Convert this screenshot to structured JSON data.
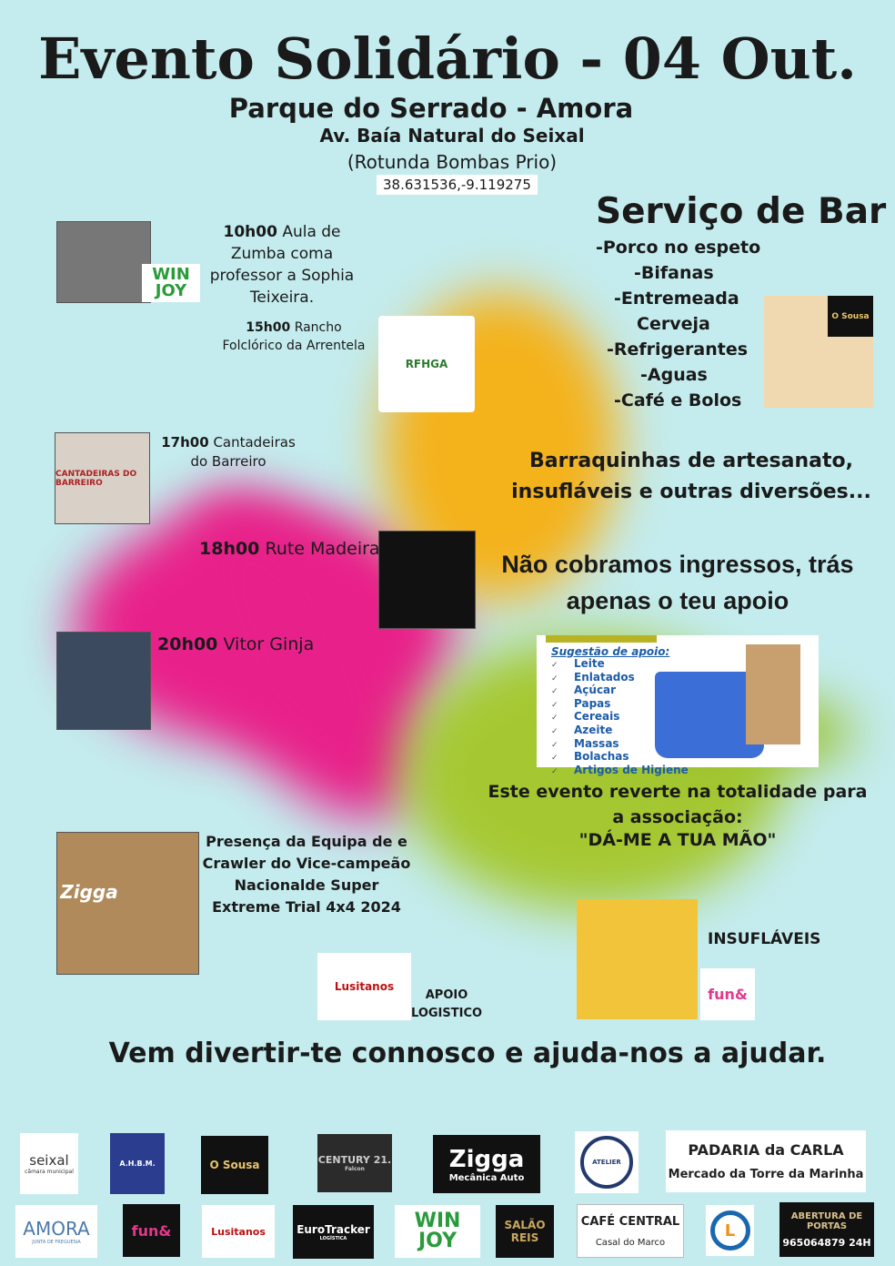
{
  "header": {
    "title": "Evento Solidário - 04 Out.",
    "venue": "Parque do Serrado - Amora",
    "address": "Av. Baía Natural do Seixal",
    "landmark": "(Rotunda Bombas Prio)",
    "coords": "38.631536,-9.119275"
  },
  "schedule": [
    {
      "time": "10h00",
      "text": "Aula de Zumba coma professor a Sophia Teixeira."
    },
    {
      "time": "15h00",
      "text": "Rancho Folclórico da Arrentela"
    },
    {
      "time": "17h00",
      "text": "Cantadeiras do Barreiro"
    },
    {
      "time": "18h00",
      "text": "Rute Madeira"
    },
    {
      "time": "20h00",
      "text": "Vitor Ginja"
    }
  ],
  "image_labels": {
    "winjoy": "WIN JOY",
    "rfhga": "RFHGA",
    "cantadeiras": "CANTADEIRAS DO BARREIRO",
    "osousa": "O Sousa",
    "zigga": "Zigga",
    "zigga_sub": "Mecânica Auto",
    "lusitanos": "Lusitanos",
    "funn": "fun&"
  },
  "bar": {
    "title": "Serviço de Bar",
    "items": [
      "-Porco no espeto",
      "-Bifanas",
      "-Entremeada",
      "Cerveja",
      "-Refrigerantes",
      "-Aguas",
      "-Café e Bolos"
    ]
  },
  "stalls": "Barraquinhas de artesanato, insufláveis e outras diversões...",
  "free_entry": "Não cobramos ingressos, trás apenas o teu apoio",
  "suggestion": {
    "title": "Sugestão de apoio:",
    "items": [
      "Leite",
      "Enlatados",
      "Açúcar",
      "Papas",
      "Cereais",
      "Azeite",
      "Massas",
      "Bolachas",
      "Artigos de Higiene"
    ]
  },
  "association": {
    "text": "Este evento reverte na totalidade para a associação:",
    "name": "\"DÁ-ME A TUA MÃO\""
  },
  "crawler": "Presença da Equipa de e Crawler do Vice-campeão Nacionalde Super Extreme Trial 4x4 2024",
  "insuflaveis": "INSUFLÁVEIS",
  "apoio": "APOIO LOGISTICO",
  "slogan": "Vem divertir-te connosco e ajuda-nos a ajudar.",
  "sponsors_row1": [
    {
      "name": "seixal",
      "sub": "câmara municipal"
    },
    {
      "name": "A.H.B.M."
    },
    {
      "name": "O Sousa"
    },
    {
      "name": "CENTURY 21.",
      "sub": "Falcon"
    },
    {
      "name": "Zigga",
      "sub": "Mecânica Auto"
    },
    {
      "name": "ATELIER"
    },
    {
      "name": "PADARIA da CARLA",
      "sub": "Mercado da Torre da Marinha"
    }
  ],
  "sponsors_row2": [
    {
      "name": "AMORA",
      "sub": "JUNTA DE FREGUESIA"
    },
    {
      "name": "fun&"
    },
    {
      "name": "Lusitanos"
    },
    {
      "name": "EuroTracker",
      "sub": "LOGÍSTICA"
    },
    {
      "name": "WIN JOY"
    },
    {
      "name": "SALÃO REIS"
    },
    {
      "name": "CAFÉ CENTRAL",
      "sub": "Casal do Marco"
    },
    {
      "name": "L"
    },
    {
      "name": "ABERTURA DE PORTAS",
      "sub": "965064879 24H"
    }
  ]
}
